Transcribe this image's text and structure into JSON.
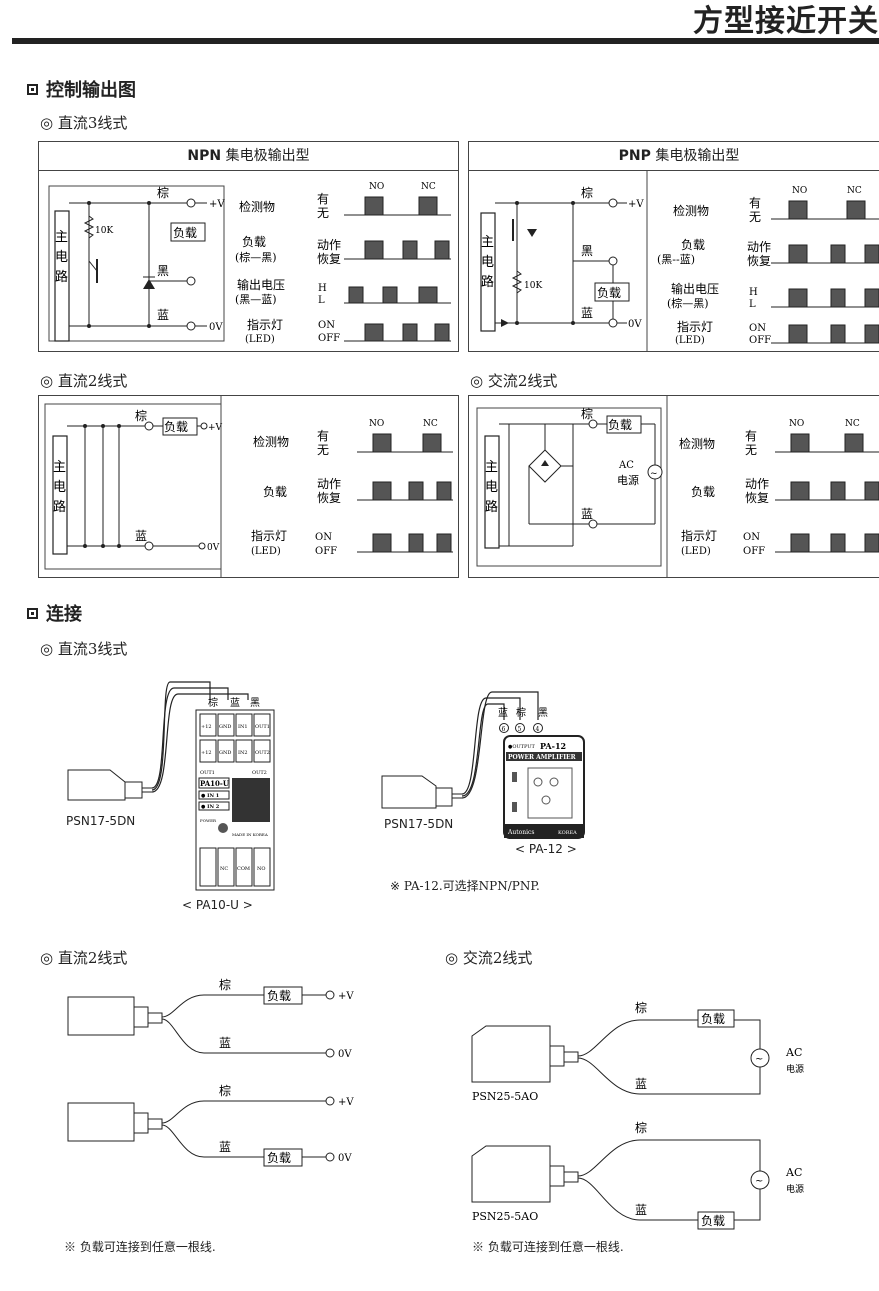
{
  "page_title": "方型接近开关",
  "sec_output": "控制输出图",
  "sec_connect": "连接",
  "sub_dc3": "◎ 直流3线式",
  "sub_dc2": "◎ 直流2线式",
  "sub_ac2": "◎ 交流2线式",
  "npn": {
    "head_bold": "NPN",
    "head_rest": " 集电极输出型"
  },
  "pnp": {
    "head_bold": "PNP",
    "head_rest": " 集电极输出型"
  },
  "labels": {
    "brown": "棕",
    "black": "黑",
    "blue": "蓝",
    "load": "负载",
    "vplus": "+V",
    "zero_v": "0V",
    "r10k": "10K",
    "main1": "主",
    "main2": "电",
    "main3": "路",
    "ac": "AC",
    "power": "电源",
    "no": "NO",
    "nc": "NC",
    "detect": "检测物",
    "have": "有",
    "none": "无",
    "load_row": "负载",
    "load_npn": "(棕—黑)",
    "load_pnp": "(黑--蓝)",
    "act": "动作",
    "reset": "恢复",
    "outv": "输出电压",
    "outv_npn": "(黑—蓝)",
    "outv_pnp": "(棕—黑)",
    "h": "H",
    "l": "L",
    "led": "指示灯",
    "led2": "(LED)",
    "on": "ON",
    "off": "OFF"
  },
  "conn": {
    "model_dc3": "PSN17-5DN",
    "model_ac": "PSN25-5AO",
    "pa10_label": "< PA10-U >",
    "pa10_name": "PA10-U",
    "pa12_label": "< PA-12 >",
    "pa12_name": "PA-12",
    "pa12_banner": "POWER AMPLIFIER",
    "pa12_output": "●OUTPUT",
    "pa12_brand": "Autonics",
    "pa12_korea": "KOREA",
    "pa12_note": "※ PA-12.可选择NPN/PNP.",
    "load_note": "※ 负载可连接到任意一根线.",
    "in1": "● IN 1",
    "in2": "● IN 2",
    "out1": "OUT1",
    "out2": "OUT2",
    "power_lbl": "POWER",
    "made": "MADE IN KOREA",
    "t_12v": "+12",
    "t_gnd": "GND",
    "t_in1": "IN1",
    "t_in2": "IN2",
    "t_out1": "OUT1",
    "t_out2": "OUT2",
    "t_nc": "NC",
    "t_com": "COM",
    "t_no": "NO",
    "n6": "6",
    "n5": "5",
    "n4": "4"
  }
}
